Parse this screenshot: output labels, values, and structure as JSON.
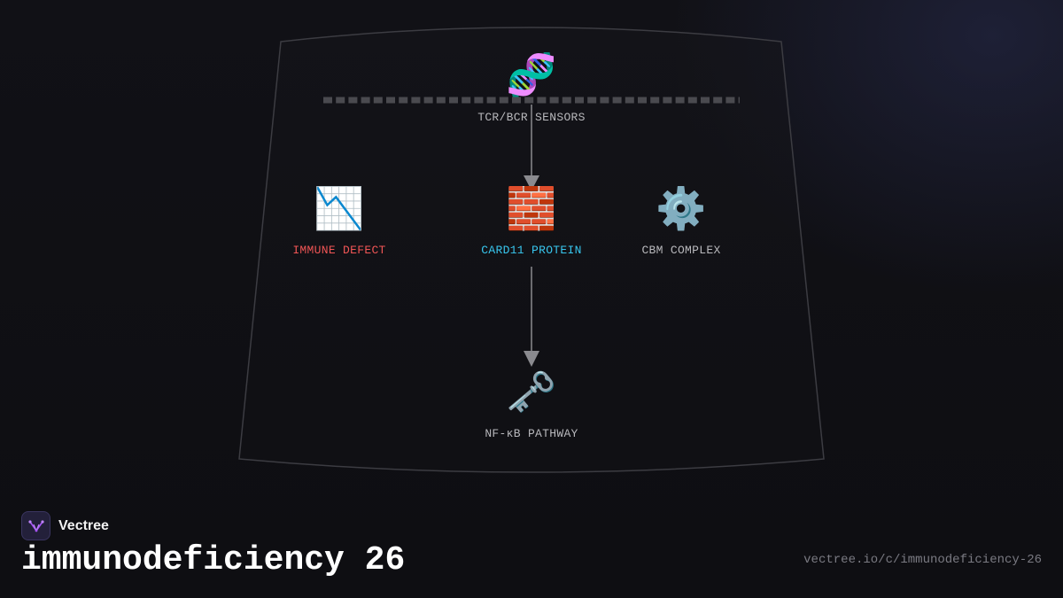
{
  "diagram": {
    "nodes": [
      {
        "id": "sensors",
        "icon": "dna-icon",
        "glyph": "🧬",
        "label": "TCR/BCR SENSORS",
        "color": "#b8b8bc"
      },
      {
        "id": "immune_defect",
        "icon": "chart-decreasing-icon",
        "glyph": "📉",
        "label": "IMMUNE DEFECT",
        "color": "#f05555"
      },
      {
        "id": "card11",
        "icon": "brick-icon",
        "glyph": "🧱",
        "label": "CARD11 PROTEIN",
        "color": "#38c6ee"
      },
      {
        "id": "cbm",
        "icon": "gear-icon",
        "glyph": "⚙️",
        "label": "CBM COMPLEX",
        "color": "#b8b8bc"
      },
      {
        "id": "nfkb",
        "icon": "key-icon",
        "glyph": "🗝️",
        "label": "NF-κB PATHWAY",
        "color": "#b8b8bc"
      }
    ],
    "edges": [
      {
        "from": "sensors",
        "to": "card11"
      },
      {
        "from": "card11",
        "to": "nfkb"
      }
    ],
    "colors": {
      "membrane": "#4a4a4f",
      "arrow": "#8a8a8f",
      "frame": "#3c3c42"
    }
  },
  "footer": {
    "brand_name": "Vectree",
    "title": "immunodeficiency 26",
    "url": "vectree.io/c/immunodeficiency-26"
  }
}
